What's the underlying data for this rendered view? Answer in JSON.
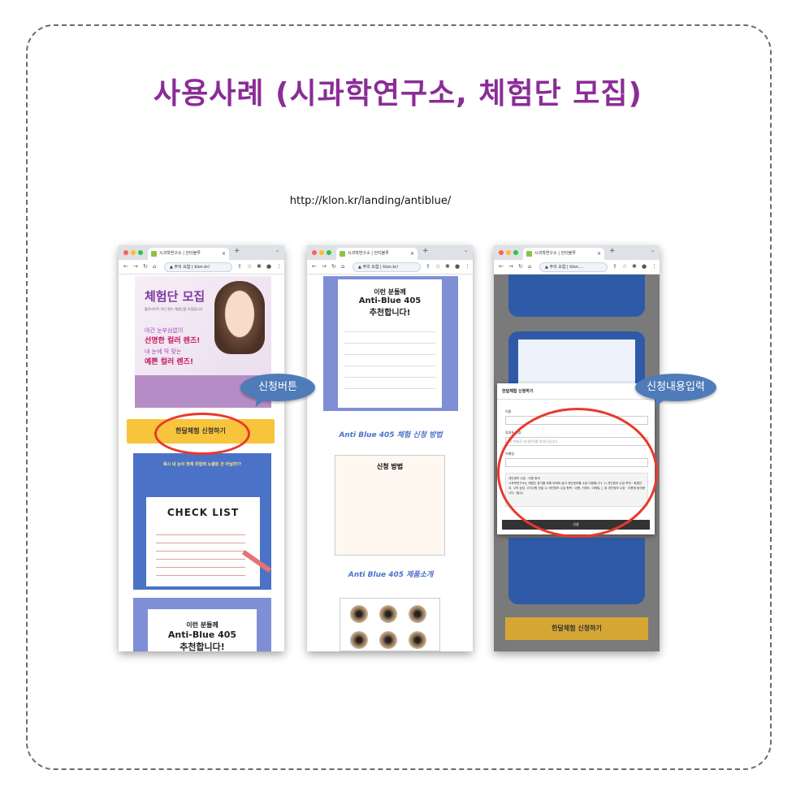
{
  "title": "사용사례 (시과학연구소, 체험단 모집)",
  "url": "http://klon.kr/landing/antiblue/",
  "browser": {
    "tab_title": "시과학연구소 | 안티블루",
    "address_label": "주의 요함",
    "address_host": "klon.kr/",
    "address_host_short": "klon....",
    "tab_close": "×",
    "new_tab": "+"
  },
  "page1": {
    "hero_title": "체험단 모집",
    "hero_sub": "블루라이트 차단 렌즈 체험단을 모집합니다",
    "line1": "야간 눈부심없이",
    "line2": "선명한 컬러 렌즈!",
    "line3": "내 눈에 딱 맞는",
    "line4": "예쁜 컬러 렌즈!",
    "apply_button": "한달체험 신청하기",
    "check_header": "혹시 내 눈이 현재 위험에 노출된 건 아닐까??",
    "check_list": "CHECK LIST",
    "card_line1": "이런 분들께",
    "card_line2": "Anti-Blue 405",
    "card_line3": "추천합니다!"
  },
  "page2": {
    "card_line1": "이런 분들께",
    "card_line2": "Anti-Blue 405",
    "card_line3": "추천합니다!",
    "section1": "Anti Blue 405 체험 신청 방법",
    "howto_title": "신청 방법",
    "section2": "Anti Blue 405 제품소개"
  },
  "page3": {
    "apply_button": "한달체험 신청하기",
    "modal_title": "한달체험 신청하기",
    "name_label": "이름",
    "phone_label": "휴대폰 번호",
    "phone_placeholder": "이 번호로 안내문자를 보내드립니다.",
    "email_label": "이메일",
    "agree_title": "개인정보 수집 · 이용 동의",
    "agree_text": "시과학연구소는 체험단 참가를 위해 아래와 같이 개인정보를 수집 이용합니다. 1) 개인정보 수집 목적 : 회원관리, 고객 상담, 고지사항 전달 2) 개인정보 수집 항목 : 이름, 키워드, 이메일 □ 위 개인정보 수집 · 이용에 동의합니다. (필수)",
    "submit": "신청"
  },
  "callouts": {
    "apply_button": "신청버튼",
    "apply_input": "신청내용입력"
  },
  "colors": {
    "title": "#8b2c97",
    "highlight": "#e8392c",
    "callout": "#4f7bb8",
    "button": "#f7c43c"
  }
}
